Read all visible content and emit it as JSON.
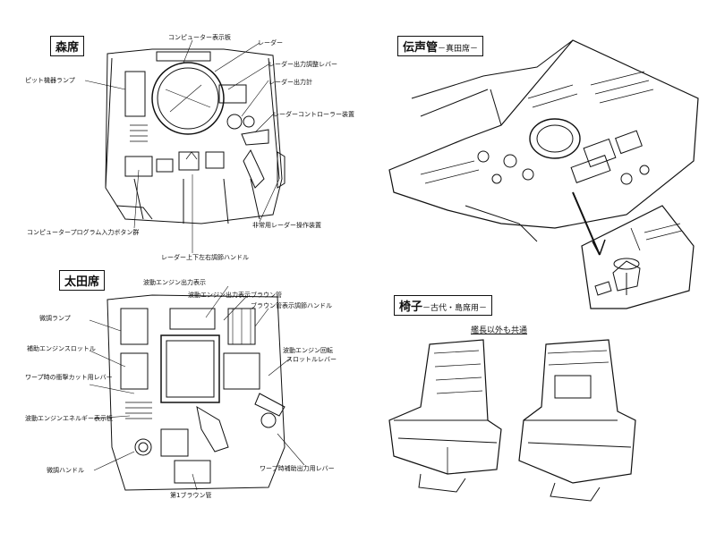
{
  "sections": {
    "mori": {
      "title": "森席"
    },
    "ota": {
      "title": "太田席"
    },
    "dengan": {
      "title": "伝声管",
      "subtitle": "－真田席－"
    },
    "isu": {
      "title": "椅子",
      "subtitle": "－古代・島席用－"
    }
  },
  "labels": {
    "computer_monitor": "コンピューター表示板",
    "radar": "レーダー",
    "radar_power_lever": "レーダー出力調整レバー",
    "radar_output_meter": "レーダー出力計",
    "radar_controller": "レーダーコントローラー装置",
    "pilot_lamp": "ピット機器ランプ",
    "computer_program_button": "コンピュータープログラム入力ボタン群",
    "emergency_radar": "非常用レーダー操作装置",
    "radar_updown_handle": "レーダー上下左右調節ハンドル",
    "wave_engine_output": "波動エンジン出力表示",
    "wave_engine_plan": "波動エンジン出力表示ブラウン管",
    "plan_meter": "ブラウン管表示調節ハンドル",
    "micro_lamp": "微調ランプ",
    "wave_throttle": "補助エンジンスロットル",
    "warp_cut_lever": "ワープ時の衝撃カット用レバー",
    "wave_energy": "波動エンジンエネルギー表示板",
    "micro_handle": "微調ハンドル",
    "warp_output_lever": "ワープ時補助出力用レバー",
    "wave_rotation": "波動エンジン回転",
    "throttle_lever": "スロットルレバー",
    "sub_plan": "第1ブラウン管",
    "seat_note": "艦長以外も共通"
  }
}
